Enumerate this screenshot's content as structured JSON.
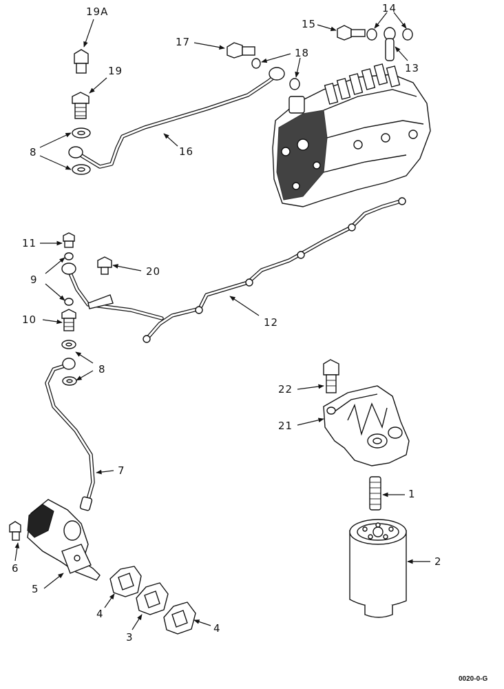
{
  "callouts": {
    "c19a": "19A",
    "c19": "19",
    "c8_top": "8",
    "c17": "17",
    "c18": "18",
    "c15": "15",
    "c14": "14",
    "c13": "13",
    "c16": "16",
    "c11": "11",
    "c9": "9",
    "c10": "10",
    "c20": "20",
    "c12": "12",
    "c8_bottom": "8",
    "c22": "22",
    "c21": "21",
    "c7": "7",
    "c1": "1",
    "c6": "6",
    "c5": "5",
    "c2": "2",
    "c4_left": "4",
    "c3": "3",
    "c4_right": "4"
  },
  "figure_ref": "0020-0-G",
  "colors": {
    "ink": "#111111",
    "paper": "#ffffff"
  }
}
